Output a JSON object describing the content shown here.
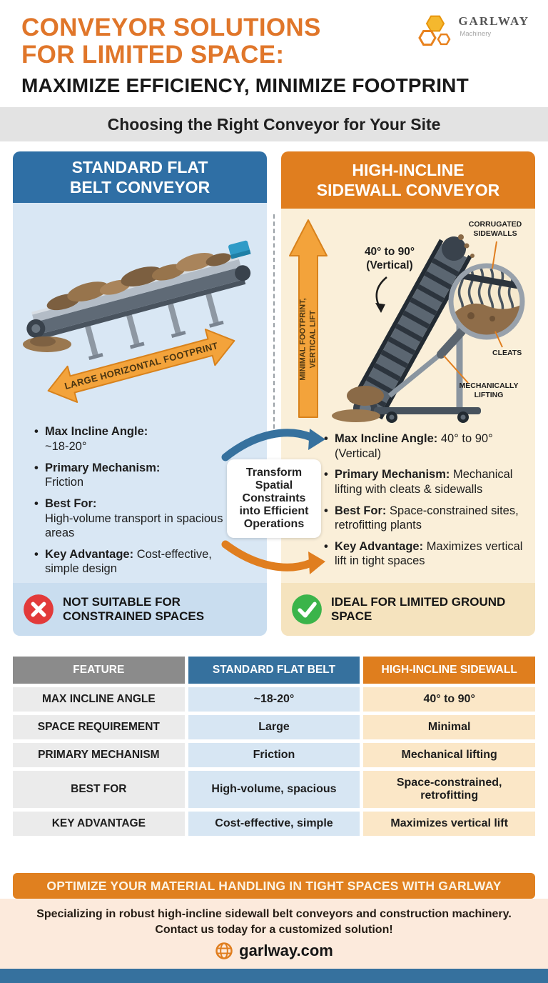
{
  "colors": {
    "orange": "#E07E1F",
    "blue": "#2F6FA5",
    "light_blue": "#D9E7F4",
    "cream": "#FAEFD9",
    "red": "#E23A3A",
    "green": "#3BB44A",
    "band_gray": "#E3E3E3"
  },
  "header": {
    "title_line1": "CONVEYOR SOLUTIONS",
    "title_line2": "FOR LIMITED SPACE:",
    "subtitle": "MAXIMIZE EFFICIENCY, MINIMIZE FOOTPRINT",
    "logo": {
      "name": "GARLWAY",
      "tagline": "Machinery"
    }
  },
  "band": {
    "title": "Choosing the Right Conveyor for Your Site"
  },
  "left_card": {
    "title_line1": "STANDARD FLAT",
    "title_line2": "BELT CONVEYOR",
    "arrow_label": "LARGE HORIZONTAL FOOTPRINT",
    "bullets": [
      {
        "label": "Max Incline Angle:",
        "text": "~18-20°"
      },
      {
        "label": "Primary Mechanism:",
        "text": "Friction"
      },
      {
        "label": "Best For:",
        "text": "High-volume transport in spacious areas"
      },
      {
        "label": "Key Advantage:",
        "text": "Cost-effective, simple design"
      }
    ],
    "verdict": "NOT SUITABLE FOR CONSTRAINED SPACES"
  },
  "right_card": {
    "title_line1": "HIGH-INCLINE",
    "title_line2": "SIDEWALL CONVEYOR",
    "angle_label": "40° to 90° (Vertical)",
    "arrow_label": "MINIMAL FOOTPRINT, VERTICAL LIFT",
    "callouts": {
      "sidewalls": "CORRUGATED SIDEWALLS",
      "cleats": "CLEATS",
      "lifting": "MECHANICALLY LIFTING"
    },
    "bullets": [
      {
        "label": "Max Incline Angle:",
        "text": "40° to 90° (Vertical)"
      },
      {
        "label": "Primary Mechanism:",
        "text": "Mechanical lifting with cleats & sidewalls"
      },
      {
        "label": "Best For:",
        "text": "Space-constrained sites, retrofitting plants"
      },
      {
        "label": "Key Advantage:",
        "text": "Maximizes vertical lift in tight spaces"
      }
    ],
    "verdict": "IDEAL FOR LIMITED GROUND SPACE"
  },
  "transform_note": "Transform Spatial Constraints into Efficient Operations",
  "table": {
    "headers": [
      "FEATURE",
      "STANDARD FLAT BELT",
      "HIGH-INCLINE SIDEWALL"
    ],
    "rows": [
      {
        "feature": "MAX INCLINE ANGLE",
        "left": "~18-20°",
        "right": "40° to 90°"
      },
      {
        "feature": "SPACE REQUIREMENT",
        "left": "Large",
        "right": "Minimal"
      },
      {
        "feature": "PRIMARY MECHANISM",
        "left": "Friction",
        "right": "Mechanical lifting"
      },
      {
        "feature": "BEST FOR",
        "left": "High-volume, spacious",
        "right": "Space-constrained, retrofitting"
      },
      {
        "feature": "KEY ADVANTAGE",
        "left": "Cost-effective, simple",
        "right": "Maximizes vertical lift"
      }
    ]
  },
  "banner": {
    "text": "OPTIMIZE YOUR MATERIAL HANDLING IN TIGHT SPACES WITH GARLWAY"
  },
  "footer": {
    "blurb": "Specializing in robust high-incline sidewall belt conveyors and construction machinery. Contact us today for a customized solution!",
    "website": "garlway.com"
  }
}
